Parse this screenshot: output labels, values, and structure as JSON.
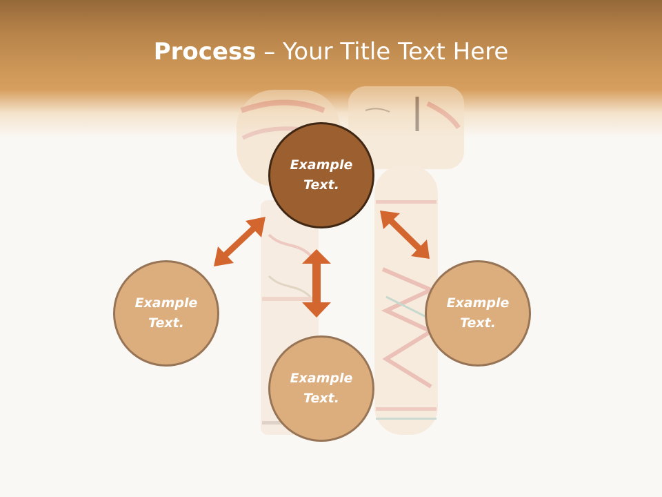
{
  "slide": {
    "title_bold": "Process",
    "title_rest": " – Your Title Text Here"
  },
  "process": {
    "top": "Example Text.",
    "left": "Example Text.",
    "right": "Example Text.",
    "bottom": "Example Text."
  },
  "colors": {
    "header_dark": "#96693a",
    "header_light": "#d79f5f",
    "circle_fill": "#dcae7d",
    "circle_dark_fill": "#9b5f30",
    "arrow": "#d3652f",
    "text": "#ffffff"
  },
  "background": "kokeshi-dolls-photo"
}
